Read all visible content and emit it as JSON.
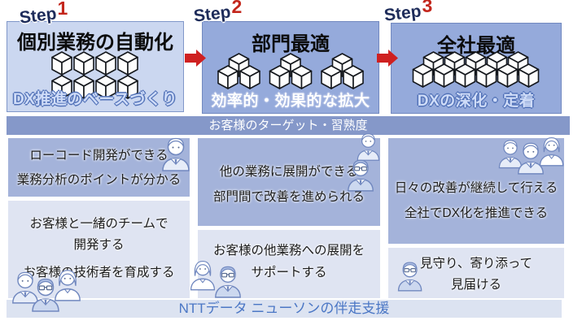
{
  "steps": [
    {
      "label": "Step",
      "number": "1",
      "title": "個別業務の自動化",
      "caption": "DX推進のベースづくり",
      "cubes": "2 rows of 4 cubes"
    },
    {
      "label": "Step",
      "number": "2",
      "title": "部門最適",
      "caption": "効率的・効果的な拡大",
      "cubes": "3 pyramids of 3 cubes"
    },
    {
      "label": "Step",
      "number": "3",
      "title": "全社最適",
      "caption": "DXの深化・定着",
      "cubes": "cube wall: 5 over 6"
    }
  ],
  "target_band": "お客様のターゲット・習熟度",
  "support_band": "NTTデータ ニューソンの伴走支援",
  "columns": [
    {
      "top": {
        "lines": [
          "ローコード開発ができる",
          "業務分析のポイントが分かる"
        ]
      },
      "bottom": {
        "lines": [
          "お客様と一緒のチームで",
          "開発する",
          "お客様の技術者を育成する"
        ]
      }
    },
    {
      "top": {
        "lines": [
          "他の業務に展開ができる",
          "部門間で改善を進められる"
        ]
      },
      "bottom": {
        "lines": [
          "お客様の他業務への展開を",
          "サポートする"
        ]
      }
    },
    {
      "top": {
        "lines": [
          "日々の改善が継続して行える",
          "全社でDX化を推進できる"
        ]
      },
      "bottom": {
        "lines": [
          "見守り、寄り添って",
          "見届ける"
        ]
      }
    }
  ],
  "icons": {
    "arrow": "red-right-arrow-icon",
    "cube": "cube-icon",
    "person_man": "businessman-icon",
    "person_glasses": "businessman-glasses-icon",
    "person_woman": "businesswoman-icon"
  },
  "colors": {
    "step1_bg": "#cbd7f0",
    "step23_bg": "#95aadb",
    "target_band_bg": "#8598c9",
    "top_box_bg": "#a4b3da",
    "bottom_box_bg": "#dfe4f2",
    "support_band_bg": "#dce3f1",
    "support_text": "#4b77c5",
    "step_word": "#1e2c5a",
    "step_number": "#c3261c",
    "arrow": "#cf2020",
    "caption_light": "#cfdcf8",
    "caption_white": "#ffffff"
  }
}
